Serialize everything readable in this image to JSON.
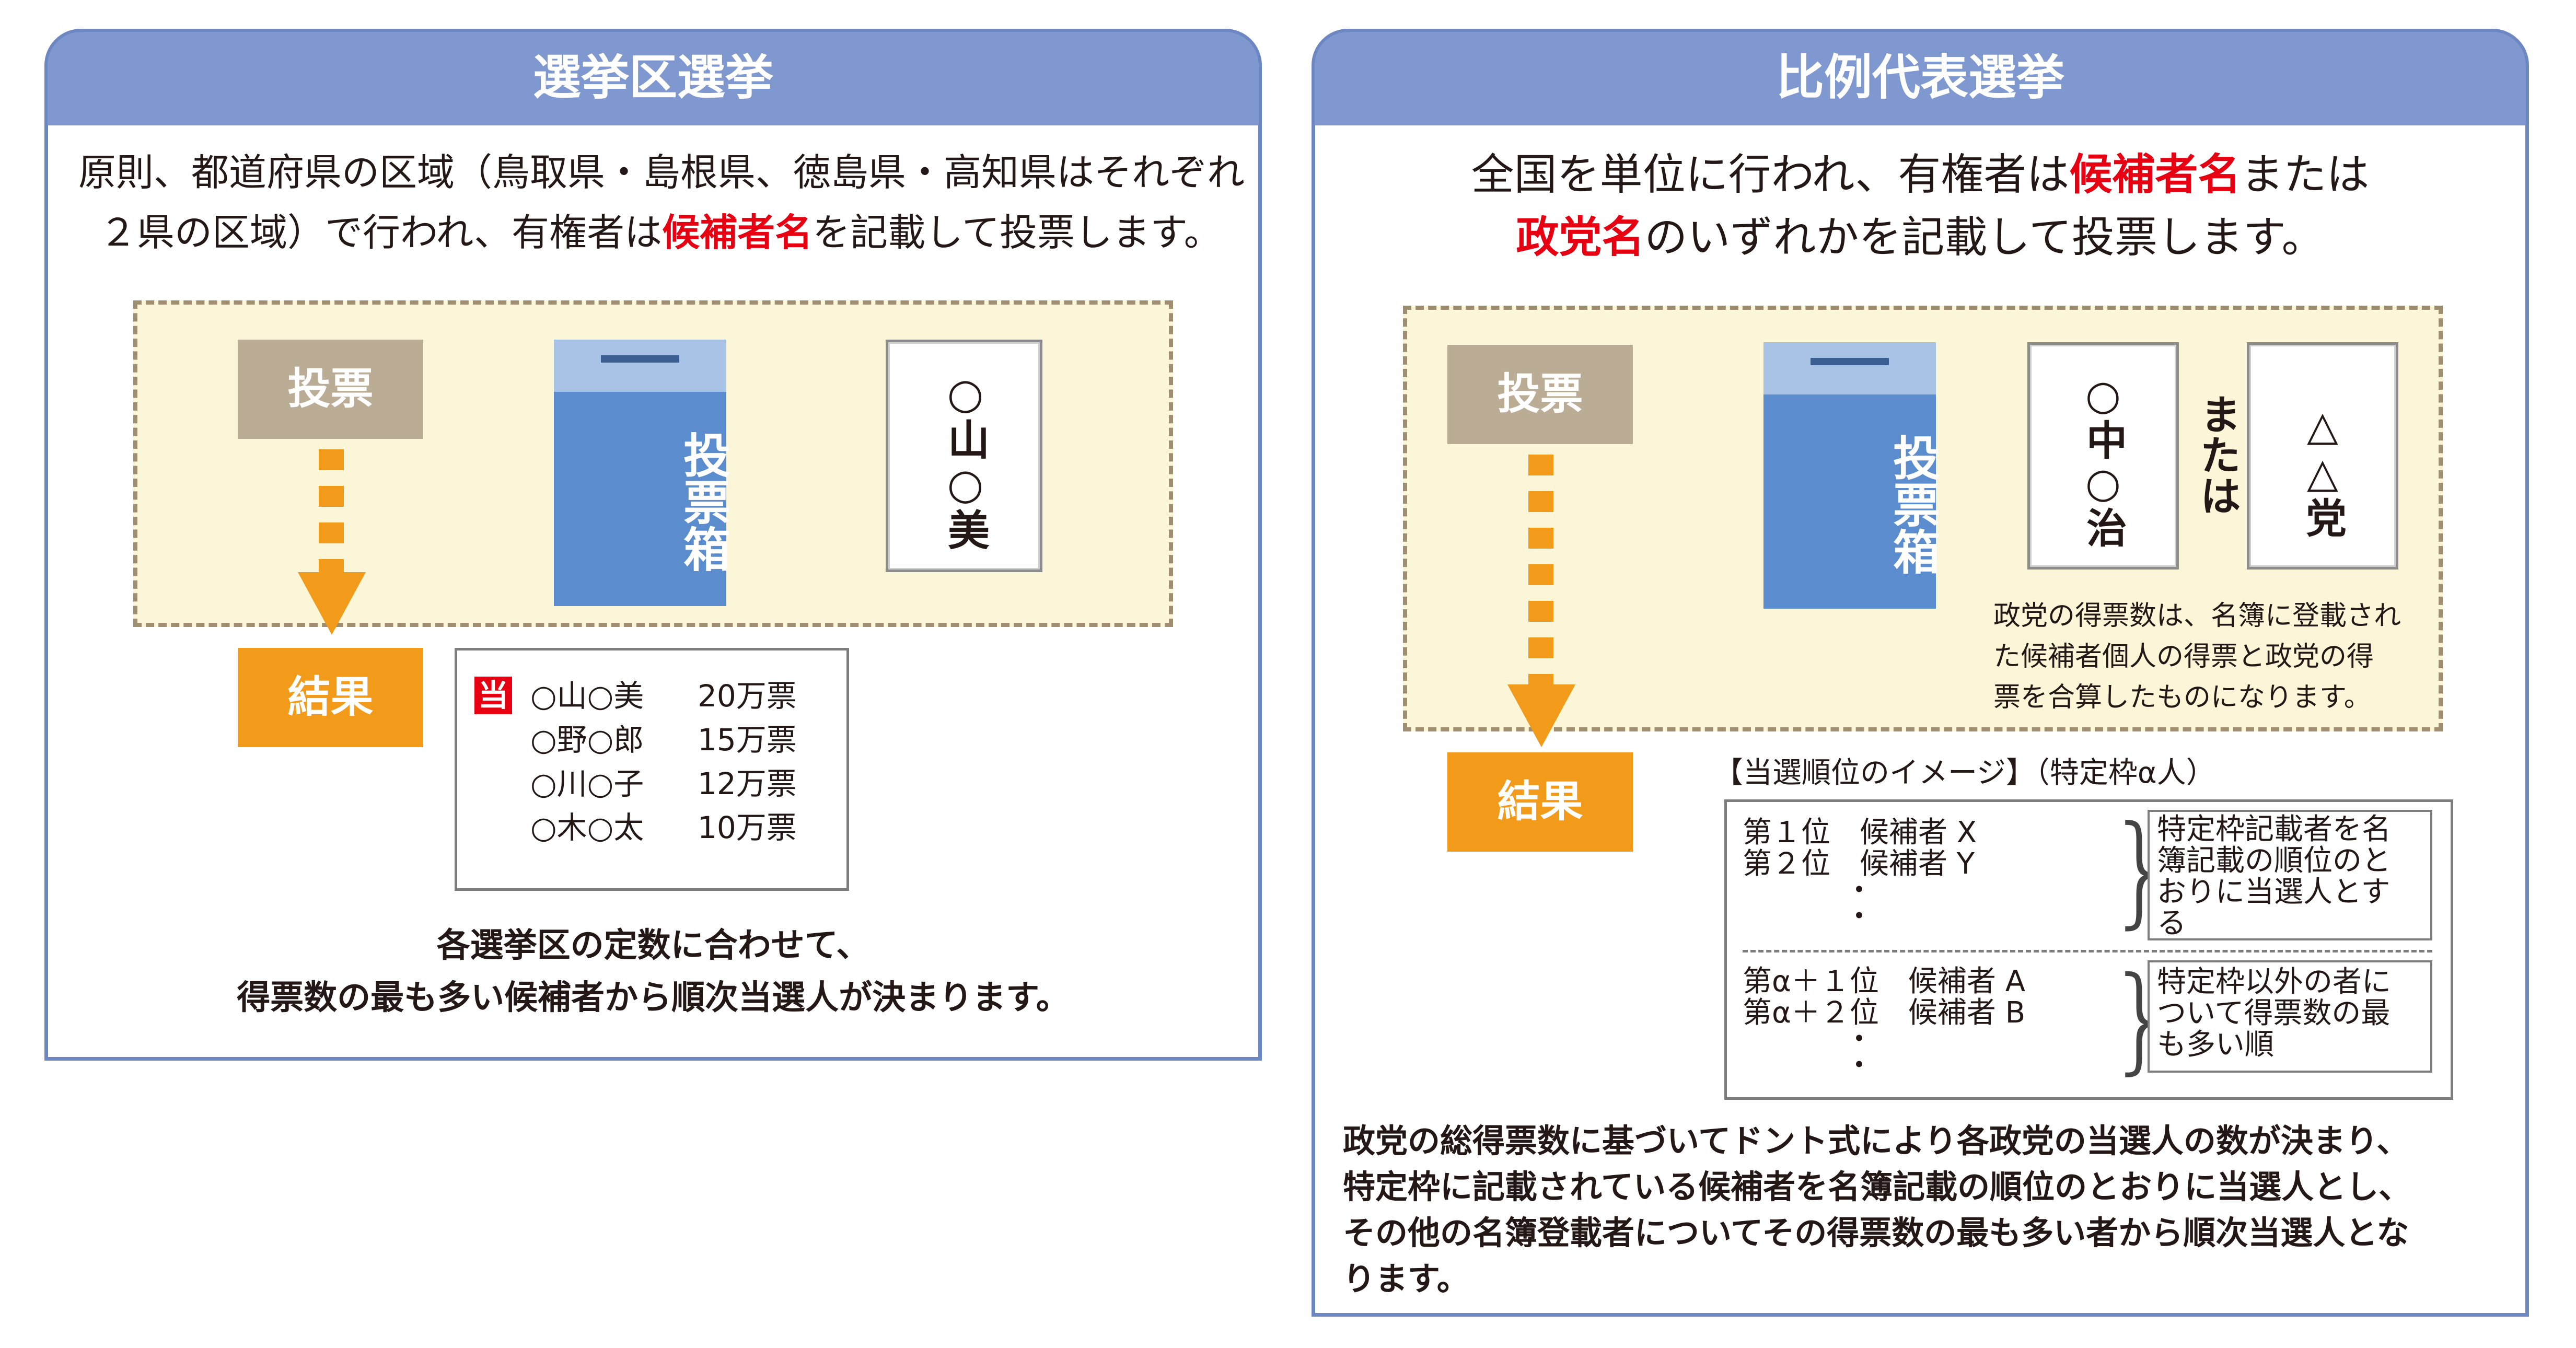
{
  "left": {
    "title": "選挙区選挙",
    "intro_line1": "原則、都道府県の区域（鳥取県・島根県、徳島県・高知県はそれぞれ",
    "intro_line2_a": "２県の区域）で行われ、有権者は",
    "intro_line2_red": "候補者名",
    "intro_line2_b": "を記載して投票します。",
    "vote_label": "投票",
    "box_label": "投票箱",
    "ballot_text": "○山○美",
    "result_label": "結果",
    "elected_badge": "当",
    "results": [
      {
        "name": "○山○美",
        "votes": "20万票"
      },
      {
        "name": "○野○郎",
        "votes": "15万票"
      },
      {
        "name": "○川○子",
        "votes": "12万票"
      },
      {
        "name": "○木○太",
        "votes": "10万票"
      }
    ],
    "footer_line1": "各選挙区の定数に合わせて、",
    "footer_line2": "得票数の最も多い候補者から順次当選人が決まります。"
  },
  "right": {
    "title": "比例代表選挙",
    "intro_line1_a": "全国を単位に行われ、有権者は",
    "intro_line1_red": "候補者名",
    "intro_line1_b": "または",
    "intro_line2_red": "政党名",
    "intro_line2_b": "のいずれかを記載して投票します。",
    "vote_label": "投票",
    "box_label": "投票箱",
    "ballot_candidate": "○中○治",
    "or_label": "または",
    "ballot_party": "△△党",
    "party_note_line1": "政党の得票数は、名簿に登載され",
    "party_note_line2": "た候補者個人の得票と政党の得",
    "party_note_line3": "票を合算したものになります。",
    "result_label": "結果",
    "image_title": "【当選順位のイメージ】（特定枠α人）",
    "rank1": "第１位　候補者 X",
    "rank2": "第２位　候補者 Y",
    "dots": "・\n・",
    "special_note": "特定枠記載者を名\n簿記載の順位のと\nおりに当選人とす\nる",
    "rank3": "第α＋１位　候補者 A",
    "rank4": "第α＋２位　候補者 B",
    "other_note": "特定枠以外の者に\nついて得票数の最\nも多い順",
    "footer_line1": "政党の総得票数に基づいてドント式により各政党の当選人の数が決まり、",
    "footer_line2": "特定枠に記載されている候補者を名簿記載の順位のとおりに当選人とし、",
    "footer_line3": "その他の名簿登載者についてその得票数の最も多い者から順次当選人とな",
    "footer_line4": "ります。"
  },
  "colors": {
    "header_blue": "#7f98cf",
    "ballot_box_blue": "#5b8ccd",
    "result_orange": "#f29a1a",
    "vote_beige": "#bbad95",
    "highlight_red": "#e60012"
  }
}
